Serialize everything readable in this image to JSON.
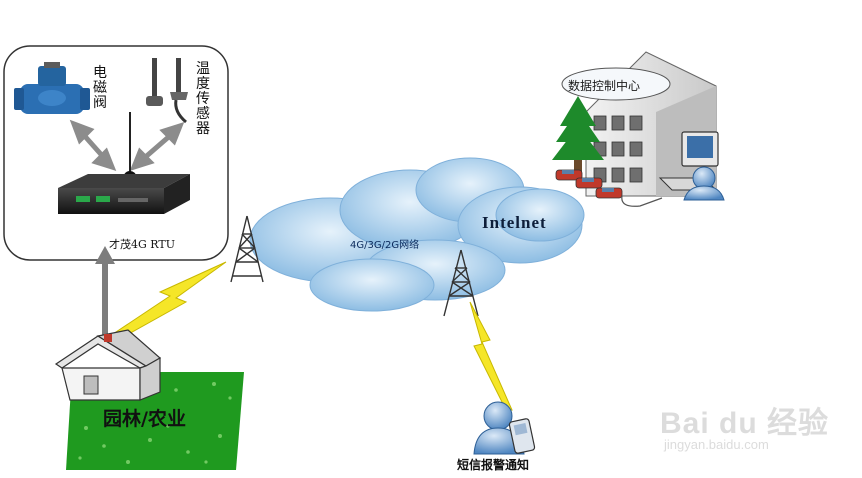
{
  "labels": {
    "solenoid_valve": "电磁阀",
    "temp_sensor": "温度传感器",
    "rtu": "才茂4G RTU",
    "network": "4G/3G/2G网络",
    "internet": "Intelnet",
    "garden": "园林/农业",
    "sms_alert": "短信报警通知",
    "data_center": "数据控制中心"
  },
  "watermark": {
    "brand": "Bai du 经验",
    "url": "jingyan.baidu.com"
  },
  "colors": {
    "cloud": "#a9cdea",
    "lawn": "#1f9a1f",
    "lightning": "#f5e628",
    "tower": "#333333",
    "tree": "#1e8a2b"
  }
}
